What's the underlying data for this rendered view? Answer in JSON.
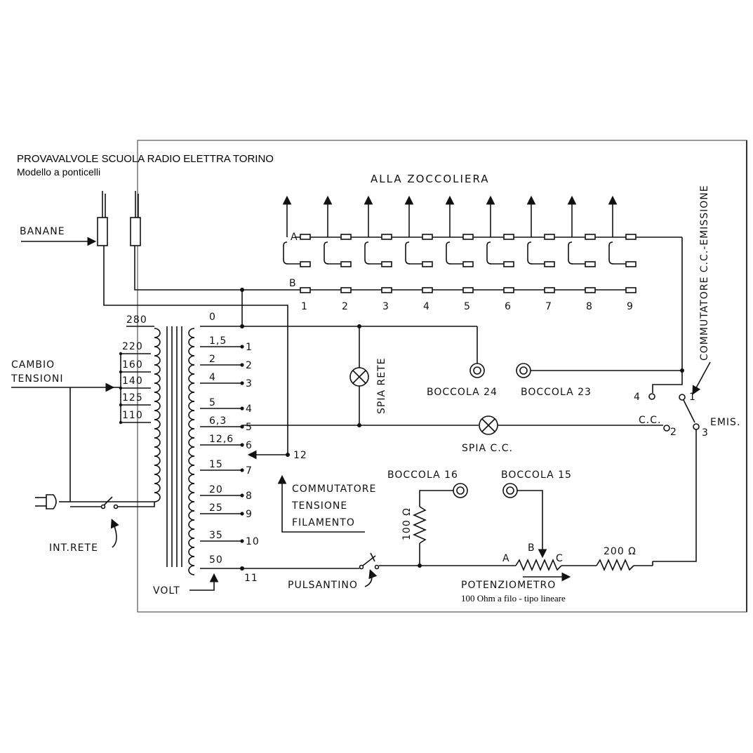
{
  "title": "PROVAVALVOLE SCUOLA RADIO ELETTRA TORINO",
  "subtitle": "Modello a ponticelli",
  "labels": {
    "banane": "BANANE",
    "alla_zoccoliera": "ALLA ZOCCOLIERA",
    "row_a": "A",
    "row_b": "B",
    "cambio_tensioni_1": "CAMBIO",
    "cambio_tensioni_2": "TENSIONI",
    "int_rete": "INT.RETE",
    "volt": "VOLT",
    "spia_rete": "SPIA RETE",
    "boccola_24": "BOCCOLA 24",
    "boccola_23": "BOCCOLA 23",
    "spia_cc": "SPIA C.C.",
    "commutatore_cc": "COMMUTATORE C.C.-EMISSIONE",
    "cc": "C.C.",
    "emis": "EMIS.",
    "boccola_16": "BOCCOLA 16",
    "boccola_15": "BOCCOLA 15",
    "commutatore_tensione_1": "COMMUTATORE",
    "commutatore_tensione_2": "TENSIONE",
    "commutatore_tensione_3": "FILAMENTO",
    "r100": "100 Ω",
    "r200": "200 Ω",
    "pulsantino": "PULSANTINO",
    "potenziometro": "POTENZIOMETRO",
    "pot_note": "100 Ohm a filo - tipo lineare",
    "pot_a": "A",
    "pot_b": "B",
    "pot_c": "C",
    "sw_pos_1": "1",
    "sw_pos_2": "2",
    "sw_pos_3": "3",
    "sw_pos_4": "4",
    "sel_12": "12",
    "sel_11": "11"
  },
  "socket_pins": [
    "1",
    "2",
    "3",
    "4",
    "5",
    "6",
    "7",
    "8",
    "9"
  ],
  "primary_taps": [
    "280",
    "220",
    "160",
    "140",
    "125",
    "110"
  ],
  "secondary_taps": [
    {
      "volt": "0",
      "pos": ""
    },
    {
      "volt": "1,5",
      "pos": "1"
    },
    {
      "volt": "2",
      "pos": "2"
    },
    {
      "volt": "4",
      "pos": "3"
    },
    {
      "volt": "5",
      "pos": "4"
    },
    {
      "volt": "6,3",
      "pos": "5"
    },
    {
      "volt": "12,6",
      "pos": "6"
    },
    {
      "volt": "15",
      "pos": "7"
    },
    {
      "volt": "20",
      "pos": "8"
    },
    {
      "volt": "25",
      "pos": "9"
    },
    {
      "volt": "35",
      "pos": "10"
    },
    {
      "volt": "50",
      "pos": ""
    }
  ]
}
